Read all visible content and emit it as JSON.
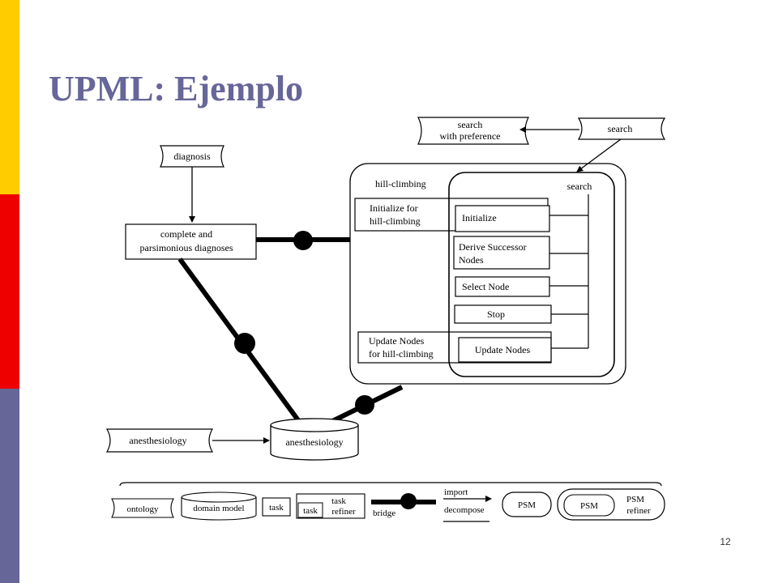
{
  "slide": {
    "title": "UPML: Ejemplo",
    "page_number": "12",
    "sidebar_colors": [
      "#ffcc00",
      "#ee0000",
      "#666699"
    ],
    "title_color": "#666699"
  },
  "diagram": {
    "ontologies": {
      "diagnosis": "diagnosis",
      "search_with_preference": [
        "search",
        "with preference"
      ],
      "search": "search",
      "anesthesiology": "anesthesiology"
    },
    "domain_model": "anesthesiology",
    "task": [
      "complete and",
      "parsimonious diagnoses"
    ],
    "psm_refiner_label": "hill-climbing",
    "psm_label": "search",
    "refiner_tasks": {
      "initialize": [
        "Initialize for",
        "hill-climbing"
      ],
      "update": [
        "Update Nodes",
        "for hill-climbing"
      ]
    },
    "psm_subtasks": {
      "initialize": "Initialize",
      "derive": [
        "Derive Successor",
        "Nodes"
      ],
      "select": "Select Node",
      "stop": "Stop",
      "update": "Update Nodes"
    }
  },
  "legend": {
    "ontology": "ontology",
    "domain_model": "domain model",
    "task": "task",
    "task_refiner_inner": "task",
    "task_refiner": [
      "task",
      "refiner"
    ],
    "bridge": "bridge",
    "import": "import",
    "decompose": "decompose",
    "psm": "PSM",
    "psm_refiner_inner": "PSM",
    "psm_refiner": [
      "PSM",
      "refiner"
    ]
  }
}
